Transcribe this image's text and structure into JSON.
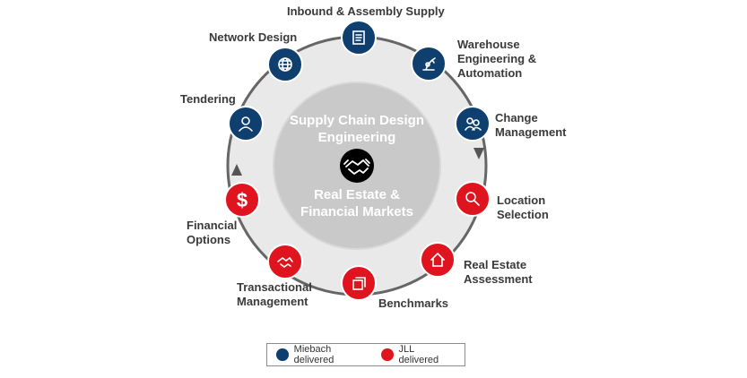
{
  "center": {
    "top_label": "Supply Chain Design Engineering",
    "top_line1": "Supply Chain Design",
    "top_line2": "Engineering",
    "bottom_line1": "Real Estate &",
    "bottom_line2": "Financial Markets"
  },
  "nodes": [
    {
      "id": "inbound",
      "label_lines": [
        "Inbound & Assembly Supply"
      ],
      "provider": "miebach",
      "icon": "document-icon"
    },
    {
      "id": "warehouse",
      "label_lines": [
        "Warehouse",
        "Engineering &",
        "Automation"
      ],
      "provider": "miebach",
      "icon": "robot-arm-icon"
    },
    {
      "id": "change",
      "label_lines": [
        "Change",
        "Management"
      ],
      "provider": "miebach",
      "icon": "people-icon"
    },
    {
      "id": "location",
      "label_lines": [
        "Location",
        "Selection"
      ],
      "provider": "jll",
      "icon": "magnifier-icon"
    },
    {
      "id": "realestate",
      "label_lines": [
        "Real Estate",
        "Assessment"
      ],
      "provider": "jll",
      "icon": "house-icon"
    },
    {
      "id": "benchmarks",
      "label_lines": [
        "Benchmarks"
      ],
      "provider": "jll",
      "icon": "stacked-pages-icon"
    },
    {
      "id": "transactional",
      "label_lines": [
        "Transactional",
        "Management"
      ],
      "provider": "jll",
      "icon": "handshake-icon"
    },
    {
      "id": "financial",
      "label_lines": [
        "Financial",
        "Options"
      ],
      "provider": "jll",
      "icon": "dollar-icon"
    },
    {
      "id": "tendering",
      "label_lines": [
        "Tendering"
      ],
      "provider": "miebach",
      "icon": "person-icon"
    },
    {
      "id": "network",
      "label_lines": [
        "Network Design"
      ],
      "provider": "miebach",
      "icon": "globe-icon"
    }
  ],
  "legend": [
    {
      "provider": "miebach",
      "label": "Miebach delivered"
    },
    {
      "provider": "jll",
      "label": "JLL delivered"
    }
  ],
  "colors": {
    "miebach": "#0f3f6e",
    "jll": "#e0141e",
    "ring_outer": "#666666",
    "ring_fill": "#e9e9e9",
    "core_fill": "#c9c9c9",
    "hub": "#000000"
  }
}
